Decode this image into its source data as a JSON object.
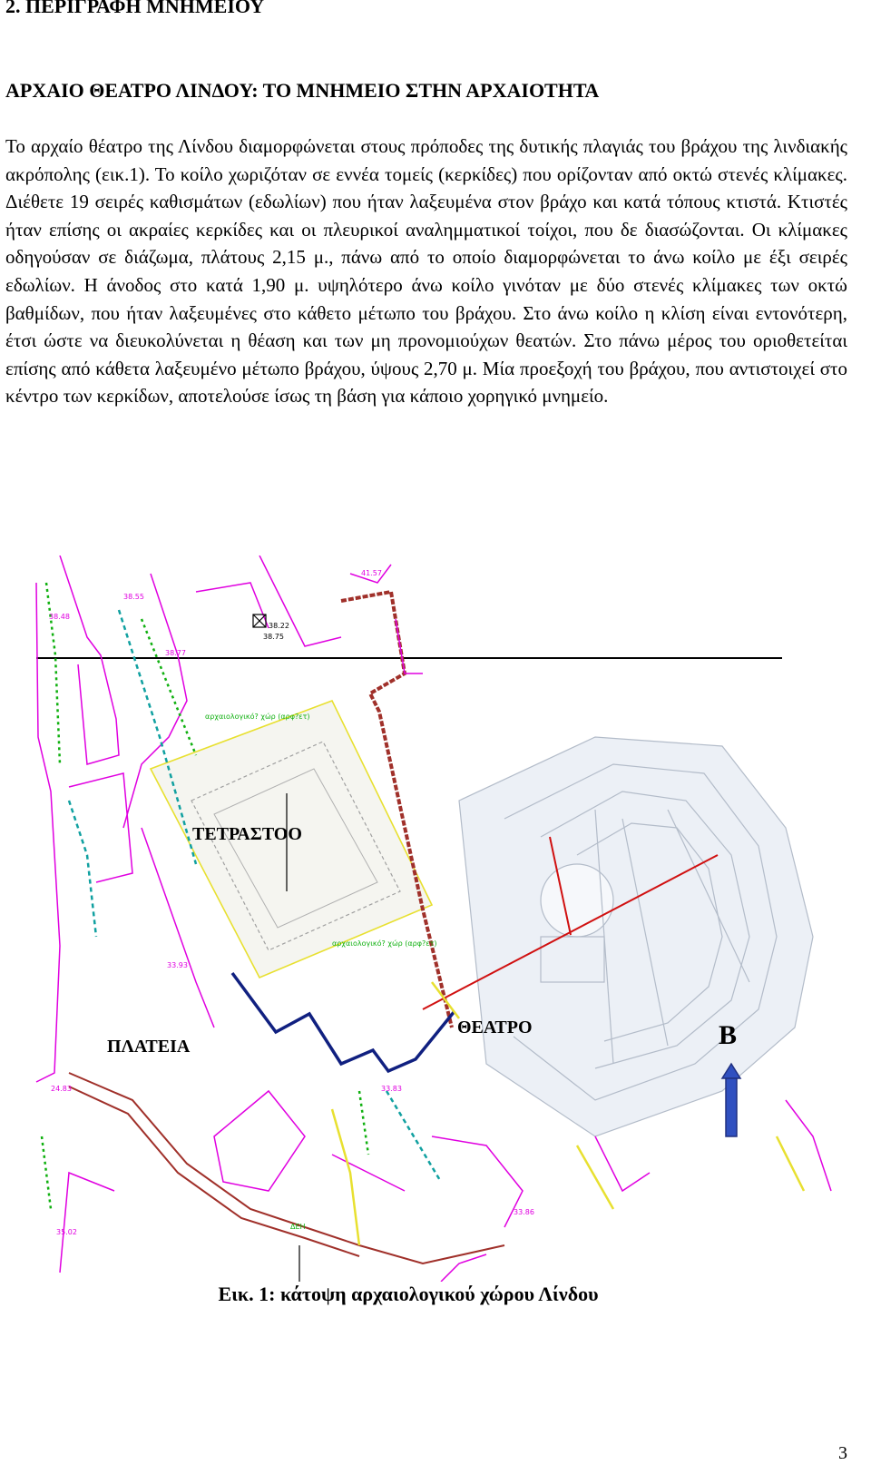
{
  "section_heading": "2.   ΠΕΡΙΓΡΑΦΗ ΜΝΗΜΕΙΟΥ",
  "title": "ΑΡΧΑΙΟ ΘΕΑΤΡΟ ΛΙΝΔΟΥ: ΤΟ ΜΝΗΜΕΙΟ ΣΤΗΝ ΑΡΧΑΙΟΤΗΤΑ",
  "body_text": "Το αρχαίο θέατρο της Λίνδου διαμορφώνεται στους πρόποδες της δυτικής πλαγιάς του βράχου της λινδιακής ακρόπολης (εικ.1). Το κοίλο χωριζόταν σε εννέα τομείς (κερκίδες) που ορίζονταν από οκτώ στενές κλίμακες. Διέθετε 19 σειρές καθισμάτων (εδωλίων) που ήταν λαξευμένα στον βράχο και κατά τόπους κτιστά. Κτιστές ήταν επίσης οι ακραίες κερκίδες και οι πλευρικοί αναλημματικοί τοίχοι, που δε διασώζονται. Οι κλίμακες οδηγούσαν σε διάζωμα, πλάτους 2,15 μ., πάνω από το οποίο διαμορφώνεται το άνω κοίλο με έξι σειρές εδωλίων. Η άνοδος στο κατά 1,90 μ. υψηλότερο άνω κοίλο γινόταν με δύο στενές κλίμακες των οκτώ βαθμίδων, που ήταν λαξευμένες στο κάθετο μέτωπο του βράχου. Στο άνω κοίλο η κλίση είναι εντονότερη, έτσι ώστε να διευκολύνεται η θέαση και των μη προνομιούχων θεατών. Στο πάνω μέρος του οριοθετείται επίσης από κάθετα λαξευμένο μέτωπο βράχου, ύψους 2,70 μ. Μία προεξοχή του βράχου, που αντιστοιχεί στο κέντρο των κερκίδων, αποτελούσε ίσως τη βάση για κάποιο χορηγικό μνημείο.",
  "figure": {
    "labels": {
      "tetrastoo": "ΤΕΤΡΑΣΤΟΟ",
      "plateia": "ΠΛΑΤΕΙΑ",
      "theatro": "ΘΕΑΤΡΟ",
      "north": "Β"
    },
    "elevations": [
      "41.57",
      "38.48",
      "38.55",
      "38.22",
      "38.75",
      "38.77",
      "33.93",
      "24.83",
      "33.83",
      "33.86",
      "35.02"
    ],
    "annotation_text": [
      "αρχαιολογικό? χώρ (αρφ?ετ)",
      "ΔΕΗ"
    ],
    "colors": {
      "magenta": "#e000e0",
      "red": "#d01010",
      "brown": "#a0302a",
      "yellow": "#e8e030",
      "navy": "#102080",
      "green": "#10b010",
      "cyan": "#10a0a0",
      "arrow_blue": "#3050c0",
      "theatre_grey": "#9aa6b8"
    }
  },
  "caption": "Εικ. 1: κάτοψη αρχαιολογικού χώρου Λίνδου",
  "page_number": "3"
}
